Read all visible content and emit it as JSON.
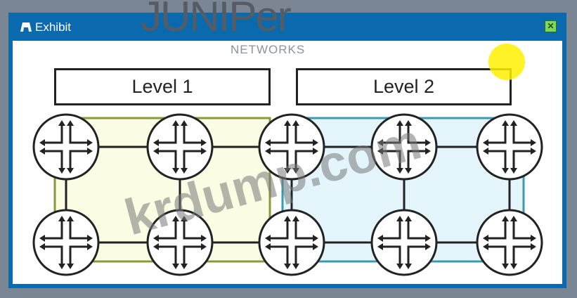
{
  "window": {
    "title": "Exhibit",
    "close_icon": "close-icon"
  },
  "logo": {
    "name": "JUNIPer",
    "sub": "NETWORKS"
  },
  "watermark": "krdump.com",
  "diagram": {
    "areas": [
      {
        "label": "Level 1",
        "color": "#fbfce3",
        "border": "#8a9a3a"
      },
      {
        "label": "Level 2",
        "color": "#e3f5fb",
        "border": "#3a9bb0"
      }
    ],
    "router_icon": "router-icon"
  }
}
